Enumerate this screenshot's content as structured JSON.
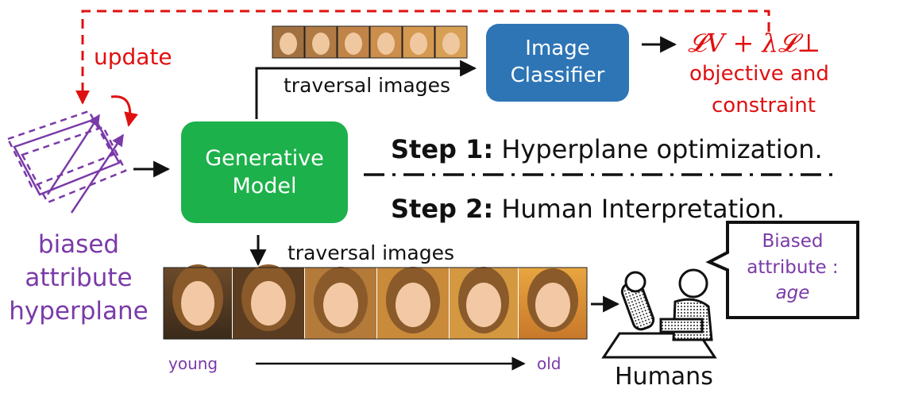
{
  "labels": {
    "update": "update",
    "traversal_top": "traversal images",
    "image_classifier_line1": "Image",
    "image_classifier_line2": "Classifier",
    "objective_math": "𝓛V + λ𝓛⊥",
    "objective_line1": "objective and",
    "objective_line2": "constraint",
    "step1_bold": "Step 1:",
    "step1_text": "Hyperplane optimization.",
    "step2_bold": "Step 2:",
    "step2_text": "Human Interpretation.",
    "generative_line1": "Generative",
    "generative_line2": "Model",
    "hyperplane_line1": "biased",
    "hyperplane_line2": "attribute",
    "hyperplane_line3": "hyperplane",
    "traversal_bottom": "traversal images",
    "young": "young",
    "old": "old",
    "humans": "Humans",
    "bubble_line1": "Biased",
    "bubble_line2": "attribute :",
    "bubble_line3": "age"
  },
  "colors": {
    "purple": "#7a3aa8",
    "red": "#e01010",
    "green": "#1db14b",
    "blue": "#2e75b6"
  }
}
